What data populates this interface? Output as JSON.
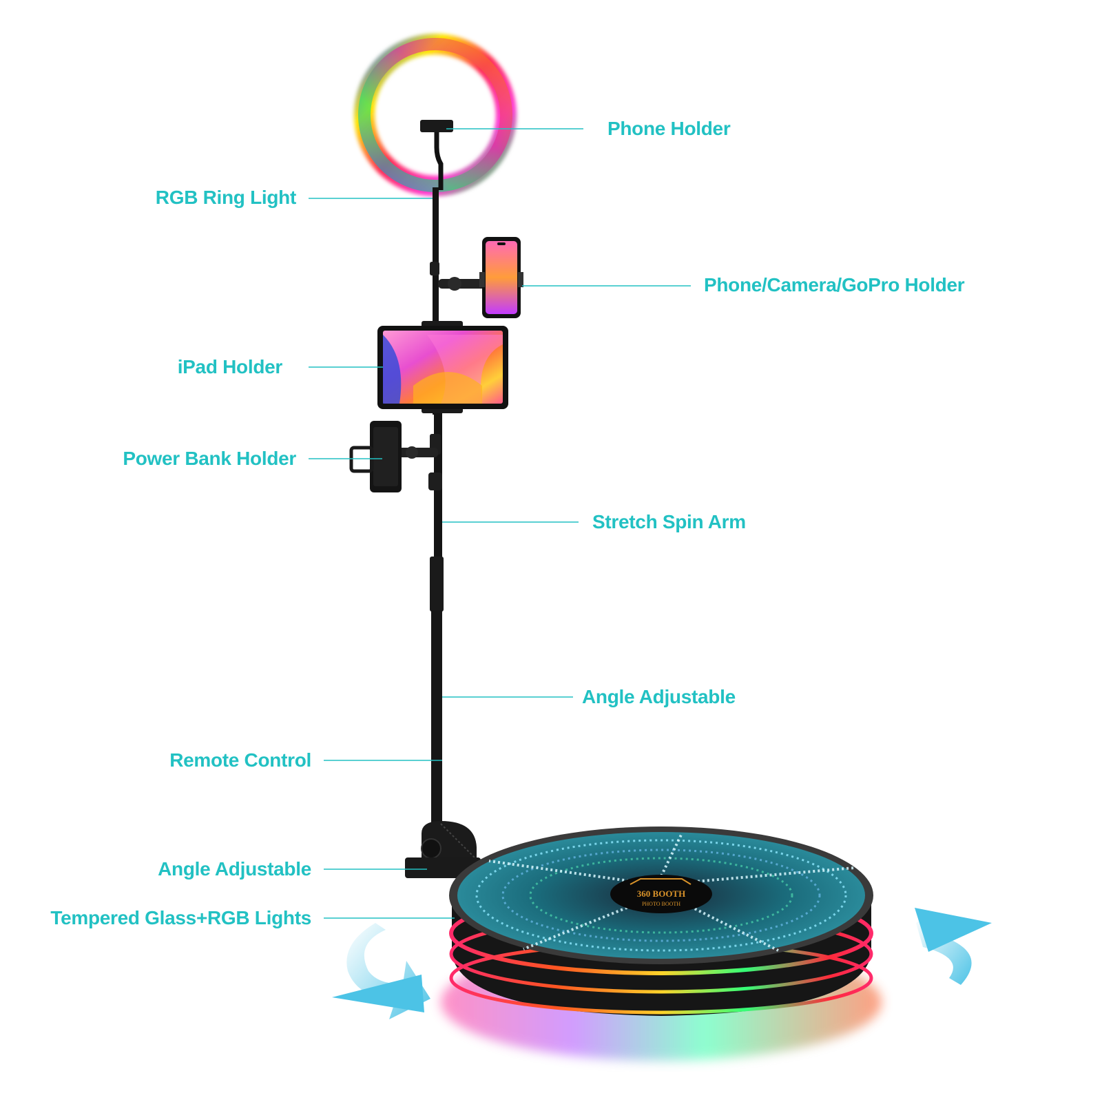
{
  "colors": {
    "accent": "#22c1c3",
    "pole": "#111111",
    "rotation_arrow": "#5bc8e8"
  },
  "callouts": {
    "phone_holder": "Phone Holder",
    "rgb_ring_light": "RGB Ring Light",
    "phone_camera_gopro_holder": "Phone/Camera/GoPro Holder",
    "ipad_holder": "iPad Holder",
    "power_bank_holder": "Power Bank Holder",
    "stretch_spin_arm": "Stretch Spin Arm",
    "angle_adjustable_arm": "Angle Adjustable",
    "remote_control": "Remote Control",
    "angle_adjustable_base": "Angle Adjustable",
    "tempered_glass_rgb_lights": "Tempered Glass+RGB Lights"
  },
  "platform_logo": {
    "line1": "360 BOOTH",
    "line2": "PHOTO BOOTH"
  }
}
